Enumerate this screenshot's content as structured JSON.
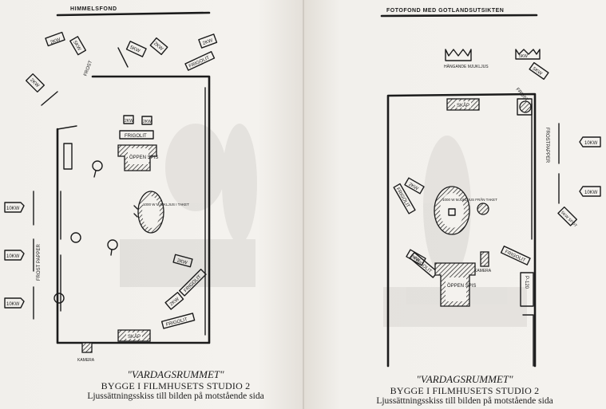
{
  "left": {
    "heading": "HIMMELSFOND",
    "lamps": {
      "top_2kw": "2KW",
      "top_5kw": "5KW",
      "top_2kw_right": "2KW",
      "top_5kw_b": "5KW",
      "corner_2kw": "2KW",
      "wall_10kw_a": "10KW",
      "wall_10kw_b": "10KW",
      "wall_10kw_c": "10KW",
      "right_2kw_a": "2KW",
      "right_2kw_b": "2KW"
    },
    "labels": {
      "frost_top": "FROST",
      "frigolit_top": "FRIGOLIT",
      "frigolit_center": "FRIGOLIT",
      "frigolit_right_a": "FRIGOLIT",
      "frigolit_right_b": "FRIGOLIT",
      "frost_papper": "FROST PAPPER",
      "oppen_spis": "ÖPPEN SPIS",
      "ring_light": "1000 W MJUKLJUS I TAKET",
      "skap": "SKÅP",
      "kamera": "KAMERA",
      "small_lamp_a": "2KW",
      "small_lamp_b": "2KW"
    },
    "caption": {
      "title": "\"VARDAGSRUMMET\"",
      "subtitle": "BYGGE I FILMHUSETS STUDIO 2",
      "description": "Ljussättningsskiss till bilden på motstående sida"
    }
  },
  "right": {
    "heading": "FOTOFOND MED GOTLANDSUTSIKTEN",
    "lamps": {
      "top_crown": "HÄNGANDE MJUKLJUS",
      "top_5kw": "5KW",
      "top_5kw_b": "5KW",
      "right_10kw_a": "10KW",
      "right_10kw_b": "10KW",
      "right_5kw_spot": "5KW SPOT",
      "inner_2kw_a": "2KW",
      "inner_2kw_b": "2KW"
    },
    "labels": {
      "skap": "SKÅP",
      "frost": "FROST",
      "frostpapper": "FROSTPAPPER",
      "frigolit_a": "FRIGOLIT",
      "frigolit_b": "FRIGOLIT",
      "frigolit_c": "FRIGOLIT",
      "ring_light": "1000 W MJUKLJUS FRÅN TAKET",
      "kamera": "KAMERA",
      "oppen_spis": "ÖPPEN SPIS",
      "p_label": "P-120"
    },
    "caption": {
      "title": "\"VARDAGSRUMMET\"",
      "subtitle": "BYGGE I FILMHUSETS STUDIO 2",
      "description": "Ljussättningsskiss till bilden på motstående sida"
    }
  }
}
